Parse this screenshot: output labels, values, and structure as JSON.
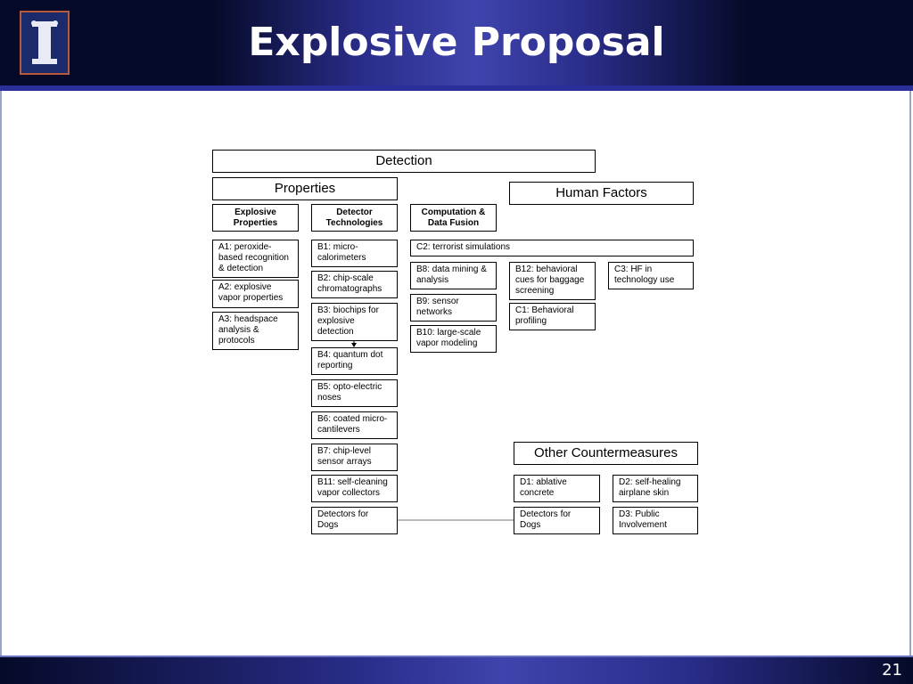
{
  "slide": {
    "title": "Explosive Proposal",
    "page_number": "21"
  },
  "diagram": {
    "detection": "Detection",
    "properties": "Properties",
    "human_factors": "Human Factors",
    "other_countermeasures": "Other Countermeasures",
    "headers": {
      "explosive": "Explosive Properties",
      "detector": "Detector Technologies",
      "computation": "Computation & Data Fusion"
    },
    "a": [
      "A1: peroxide-based recognition & detection",
      "A2: explosive vapor properties",
      "A3: headspace analysis & protocols"
    ],
    "b": [
      "B1: micro-calorimeters",
      "B2: chip-scale chromatographs",
      "B3: biochips for explosive detection",
      "B4: quantum dot reporting",
      "B5: opto-electric noses",
      "B6: coated micro-cantilevers",
      "B7: chip-level sensor arrays",
      "B11: self-cleaning vapor collectors",
      "Detectors for Dogs"
    ],
    "c2": "C2: terrorist simulations",
    "b8": "B8: data mining & analysis",
    "b9": "B9: sensor networks",
    "b10": "B10: large-scale vapor modeling",
    "b12": "B12: behavioral cues for baggage screening",
    "c1": "C1: Behavioral profiling",
    "c3": "C3: HF in technology use",
    "d1": "D1: ablative concrete",
    "d2": "D2: self-healing airplane skin",
    "dogs2": "Detectors for Dogs",
    "d3": "D3: Public Involvement"
  }
}
